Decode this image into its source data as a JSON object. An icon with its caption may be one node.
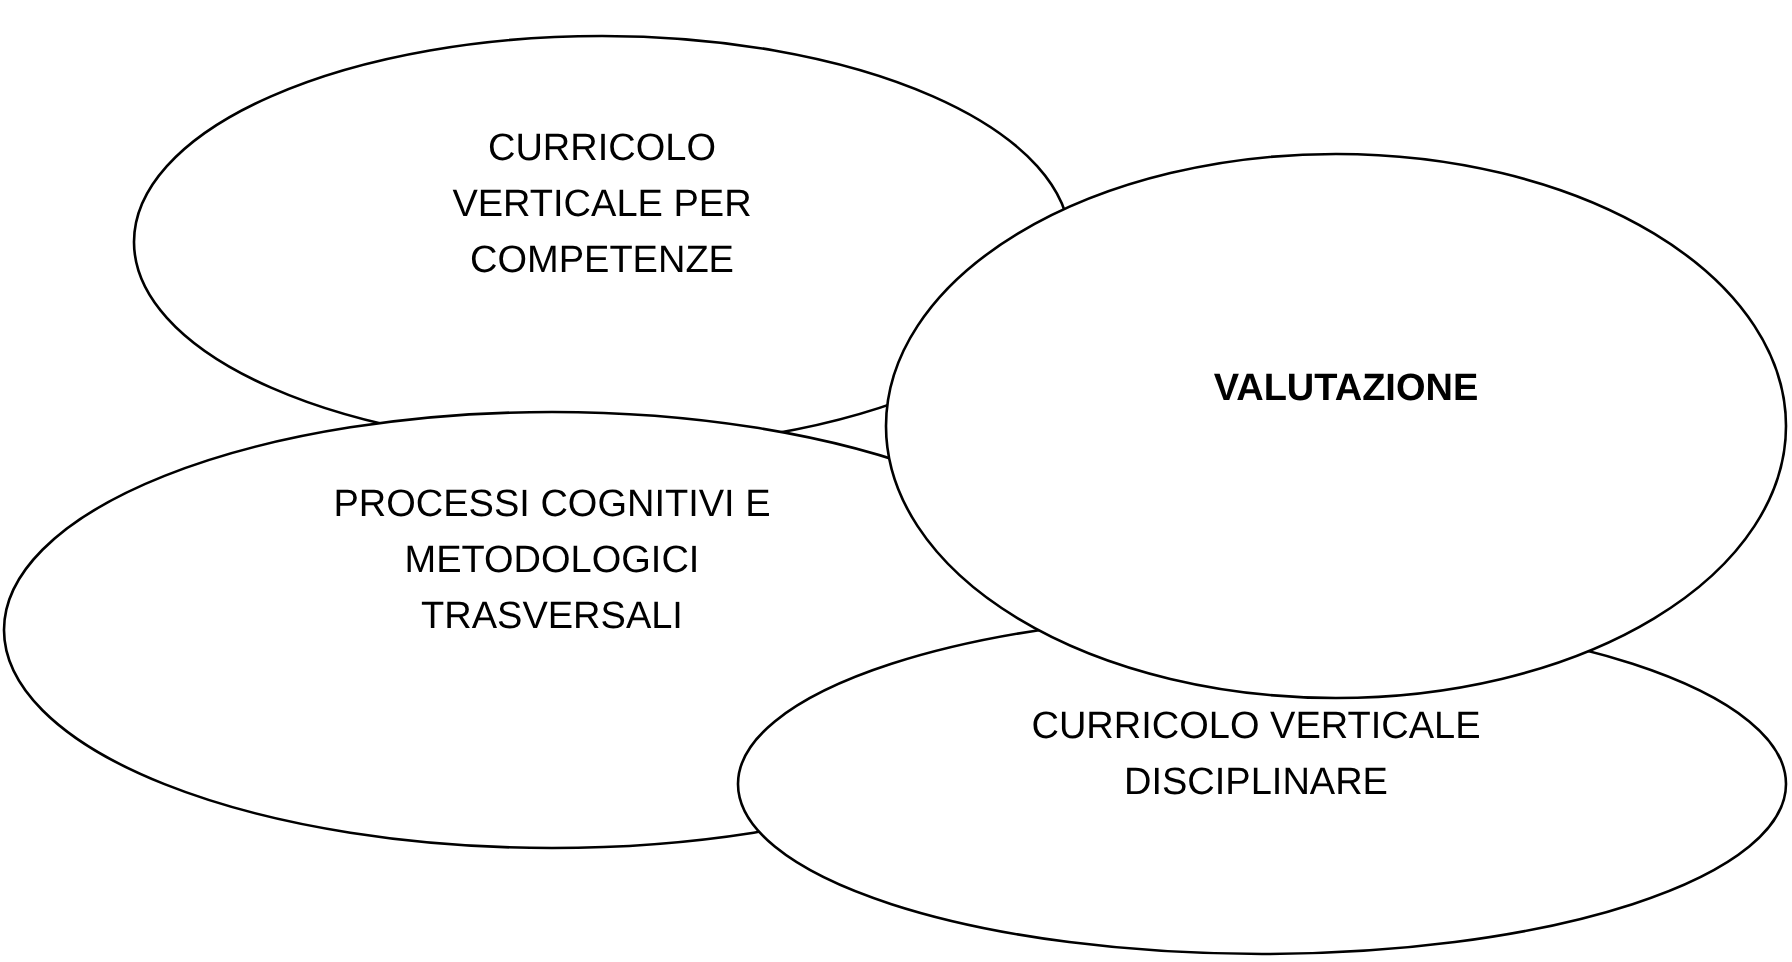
{
  "diagram": {
    "nodes": [
      {
        "text": [
          "CURRICOLO VERTICALE PER COMPETENZE"
        ]
      },
      {
        "text": [
          "VALUTAZIONE"
        ]
      },
      {
        "text": [
          "PROCESSI COGNITIVI E METODOLOGICI TRASVERSALI"
        ]
      },
      {
        "text": [
          "CURRICOLO VERTICALE DISCIPLINARE"
        ]
      }
    ]
  }
}
